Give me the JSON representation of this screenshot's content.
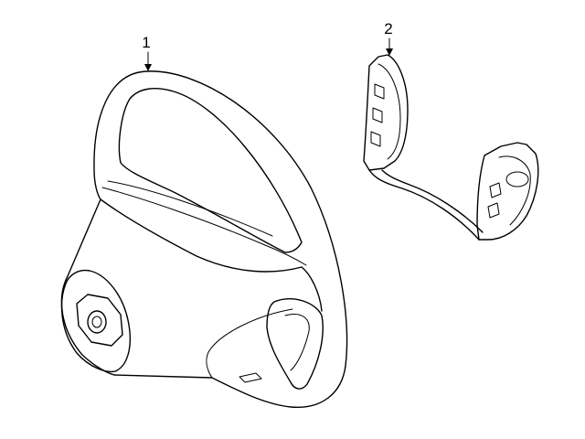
{
  "diagram": {
    "parts": [
      {
        "callout": "1",
        "icon": "steering-wheel"
      },
      {
        "callout": "2",
        "icon": "switch-assembly"
      }
    ]
  }
}
